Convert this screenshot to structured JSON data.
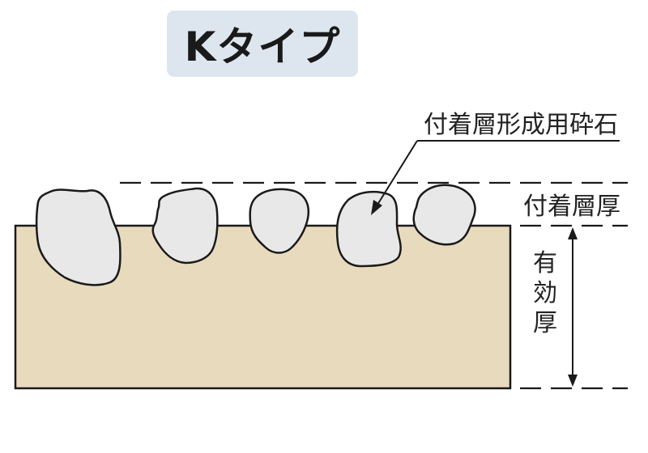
{
  "title": "Kタイプ",
  "labels": {
    "aggregate": "付着層形成用砕石",
    "adhesion_layer_thickness": "付着層厚",
    "effective_thickness": "有効厚"
  },
  "colors": {
    "title_badge": "#dde6ee",
    "base_fill": "#e8dbbd",
    "stone_fill": "#e8e8e8",
    "stroke": "#1a1a1a"
  }
}
